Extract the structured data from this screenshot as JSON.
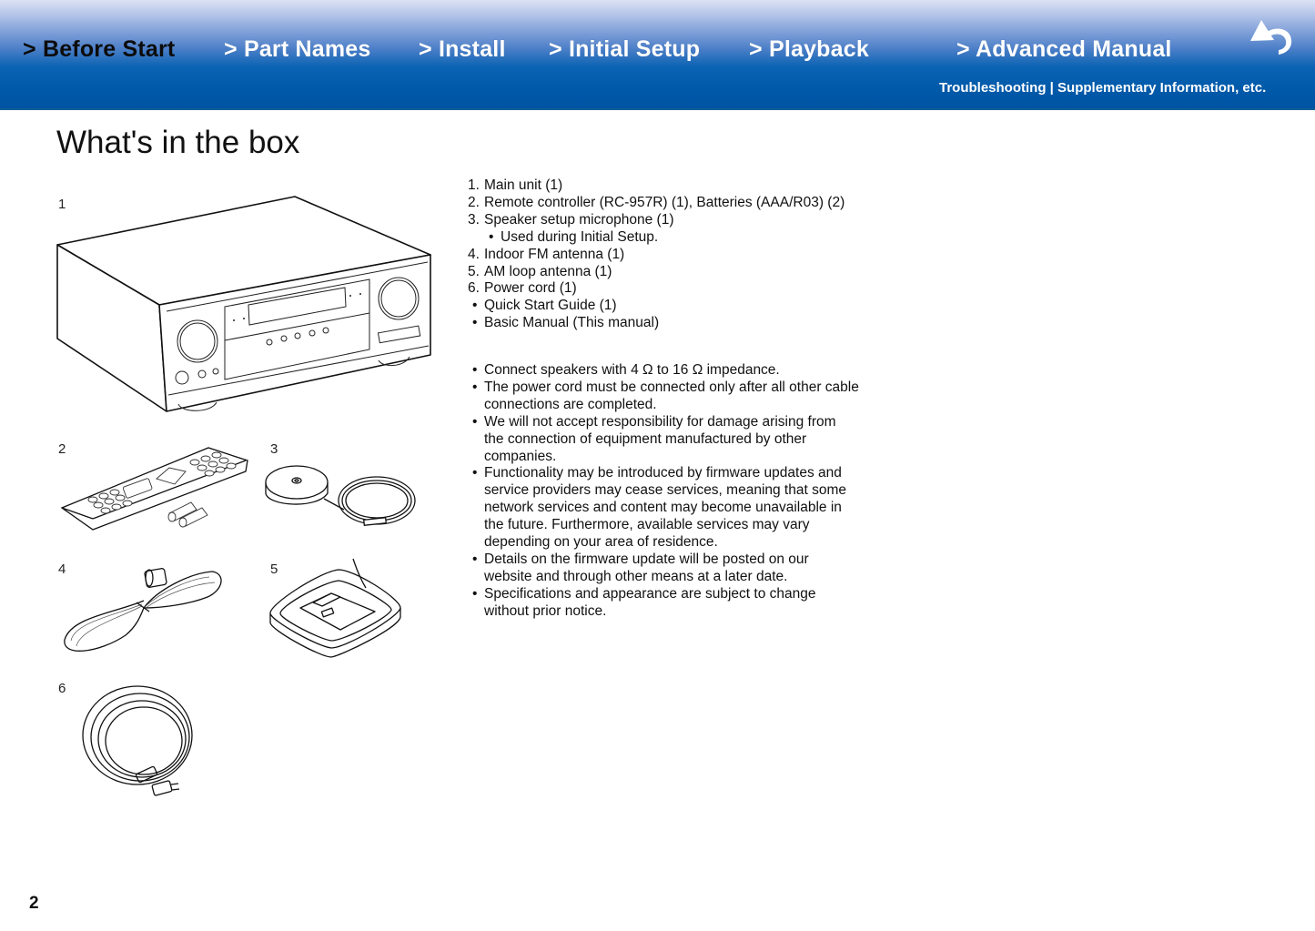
{
  "header": {
    "nav": [
      {
        "label": "> Before Start",
        "active": true
      },
      {
        "label": "> Part Names",
        "active": false
      },
      {
        "label": "> Install",
        "active": false
      },
      {
        "label": "> Initial Setup",
        "active": false
      },
      {
        "label": "> Playback",
        "active": false
      },
      {
        "label": "> Advanced Manual",
        "active": false
      }
    ],
    "sub_nav": {
      "troubleshooting": "Troubleshooting",
      "separator": " | ",
      "supplementary": "Supplementary Information, etc."
    },
    "back_icon": "return-arrow-icon",
    "colors": {
      "gradient_top": "#dce2f4",
      "gradient_bottom": "#0053a2",
      "active_text": "#0c0c0c",
      "link_text": "#ffffff"
    }
  },
  "page": {
    "title": "What's in the box",
    "page_number": "2"
  },
  "figures": [
    {
      "label": "1",
      "icon": "av-receiver-illustration"
    },
    {
      "label": "2",
      "icon": "remote-control-batteries-illustration"
    },
    {
      "label": "3",
      "icon": "setup-microphone-illustration"
    },
    {
      "label": "4",
      "icon": "fm-antenna-illustration"
    },
    {
      "label": "5",
      "icon": "am-loop-antenna-illustration"
    },
    {
      "label": "6",
      "icon": "power-cord-illustration"
    }
  ],
  "contents_list": [
    {
      "marker": "1.",
      "text": "Main unit (1)"
    },
    {
      "marker": "2.",
      "text": "Remote controller (RC-957R) (1), Batteries (AAA/R03) (2)"
    },
    {
      "marker": "3.",
      "text": "Speaker setup microphone (1)"
    },
    {
      "marker": "•",
      "text": "Used during Initial Setup.",
      "sub": true
    },
    {
      "marker": "4.",
      "text": "Indoor FM antenna (1)"
    },
    {
      "marker": "5.",
      "text": "AM loop antenna (1)"
    },
    {
      "marker": "6.",
      "text": "Power cord (1)"
    },
    {
      "marker": "•",
      "text": "Quick Start Guide (1)"
    },
    {
      "marker": "•",
      "text": "Basic Manual (This manual)"
    }
  ],
  "notes": [
    {
      "marker": "•",
      "text": "Connect speakers with 4 Ω to 16 Ω impedance."
    },
    {
      "marker": "•",
      "text": "The power cord must be connected only after all other cable connections are completed."
    },
    {
      "marker": "•",
      "text": "We will not accept responsibility for damage arising from the connection of equipment manufactured by other companies."
    },
    {
      "marker": "•",
      "text": "Functionality may be introduced by firmware updates and service providers may cease services, meaning that some network services and content may become unavailable in the future. Furthermore, available services may vary depending on your area of residence."
    },
    {
      "marker": "•",
      "text": "Details on the firmware update will be posted on our website and through other means at a later date."
    },
    {
      "marker": "•",
      "text": "Specifications and appearance are subject to change without prior notice."
    }
  ]
}
